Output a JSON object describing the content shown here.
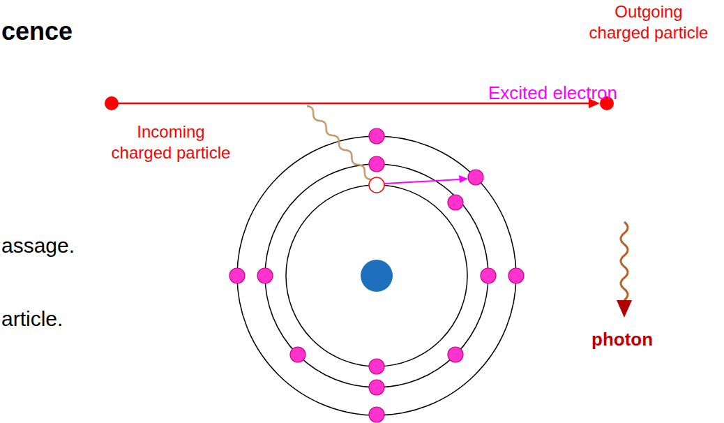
{
  "diagram": {
    "title": "cence",
    "labels": [
      "Outgoing charged particle",
      "Incoming charged particle",
      "Excited electron",
      "assage.",
      "photon",
      "article."
    ]
  }
}
